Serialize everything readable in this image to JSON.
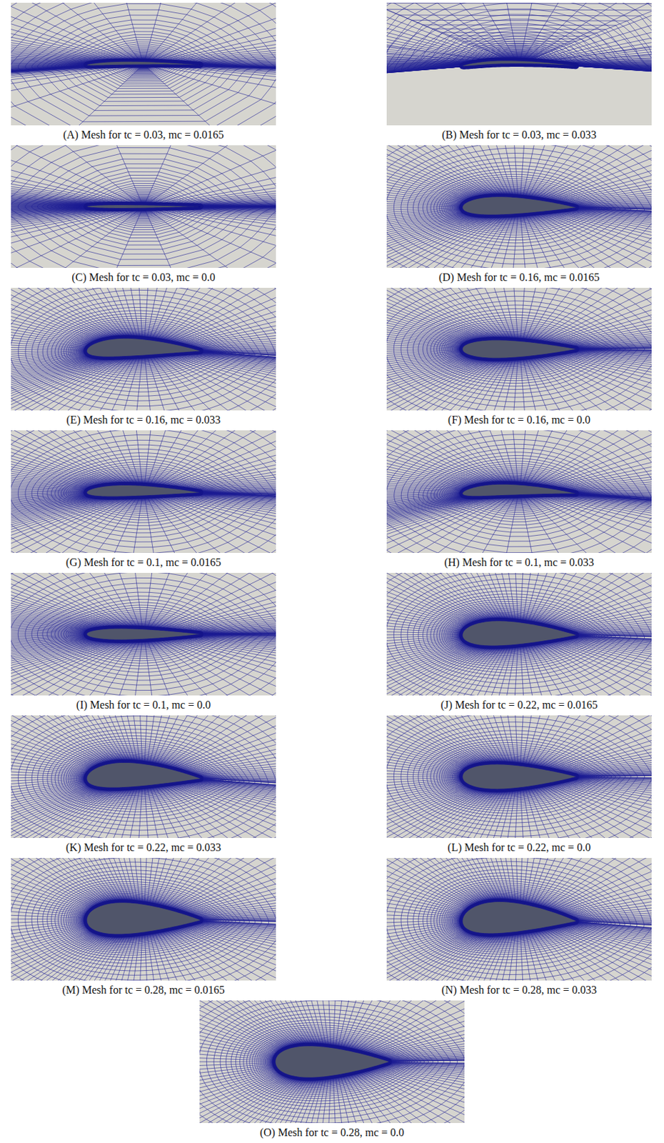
{
  "diagram": {
    "labels": [
      "(A) Mesh for tc = 0.03, mc = 0.0165",
      "(B) Mesh for tc = 0.03, mc = 0.033",
      "(C) Mesh for tc = 0.03, mc = 0.0",
      "(D) Mesh for tc = 0.16, mc = 0.0165",
      "(E) Mesh for tc = 0.16, mc = 0.033",
      "(F) Mesh for tc = 0.16, mc = 0.0",
      "(G) Mesh for tc = 0.1, mc = 0.0165",
      "(H) Mesh for tc = 0.1, mc = 0.033",
      "(I) Mesh for tc = 0.1, mc = 0.0",
      "(J) Mesh for tc = 0.22, mc = 0.0165",
      "(K) Mesh for tc = 0.22, mc = 0.033",
      "(L) Mesh for tc = 0.22, mc = 0.0",
      "(M) Mesh for tc = 0.28, mc = 0.0165",
      "(N) Mesh for tc = 0.28, mc = 0.033",
      "(O) Mesh for tc = 0.28, mc = 0.0"
    ]
  }
}
